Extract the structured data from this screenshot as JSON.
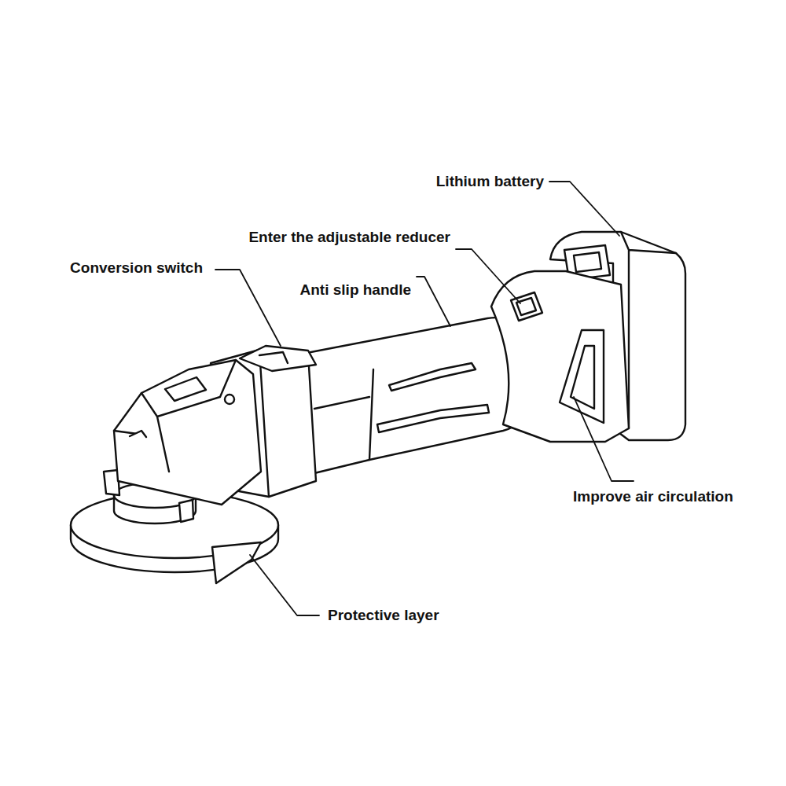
{
  "diagram": {
    "labels": [
      "Lithium battery",
      "Enter the adjustable reducer",
      "Conversion switch",
      "Anti slip handle",
      "Improve air circulation",
      "Protective layer"
    ]
  }
}
